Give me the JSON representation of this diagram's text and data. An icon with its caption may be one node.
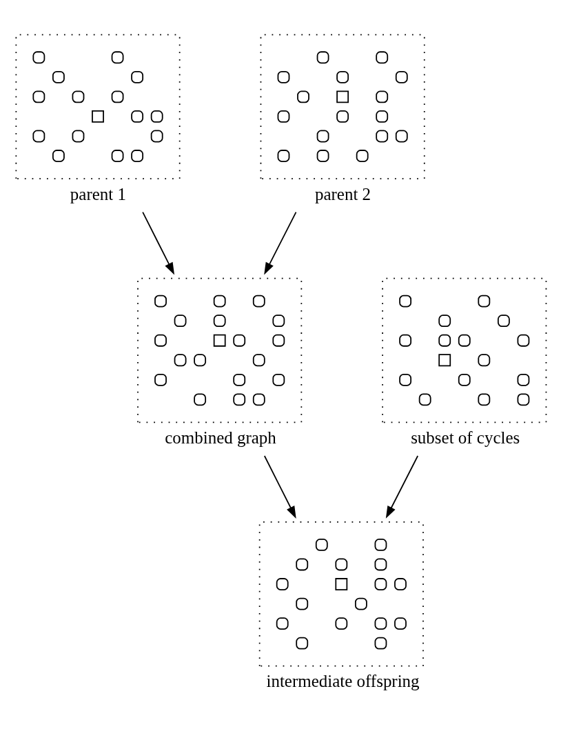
{
  "diagram": {
    "nodes": [
      {
        "text": [],
        "shape": "picture",
        "beside": [
          "parent 1"
        ]
      },
      {
        "text": [],
        "shape": "picture",
        "beside": [
          "parent 2"
        ]
      },
      {
        "text": [],
        "shape": "picture",
        "beside": [
          "combined graph"
        ]
      },
      {
        "text": [],
        "shape": "picture",
        "beside": [
          "subset of cycles"
        ]
      },
      {
        "text": [],
        "shape": "picture",
        "beside": [
          "intermediate offspring"
        ]
      }
    ],
    "edges": [
      {
        "from": 0,
        "to": 2,
        "arrow": "to"
      },
      {
        "from": 1,
        "to": 2,
        "arrow": "to"
      },
      {
        "from": 2,
        "to": 4,
        "arrow": "to"
      },
      {
        "from": 3,
        "to": 4,
        "arrow": "to"
      }
    ]
  }
}
